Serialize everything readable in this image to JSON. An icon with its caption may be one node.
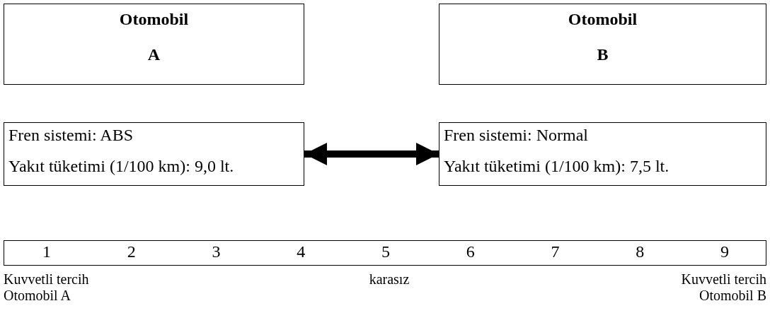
{
  "diagram": {
    "nodes": [
      {
        "text": [
          "Otomobil",
          "A"
        ]
      },
      {
        "text": [
          "Otomobil",
          "B"
        ]
      },
      {
        "text": [
          "Fren sistemi: ABS",
          "Yakıt tüketimi (1/100 km): 9,0 lt."
        ]
      },
      {
        "text": [
          "Fren sistemi: Normal",
          "Yakıt tüketimi (1/100 km): 7,5 lt."
        ]
      },
      {
        "text": [
          "1",
          "2",
          "3",
          "4",
          "5",
          "6",
          "7",
          "8",
          "9"
        ]
      }
    ],
    "edges": [
      {
        "from": 2,
        "to": 3,
        "arrow": "both"
      }
    ],
    "labels": [
      "Kuvvetli tercih Otomobil A",
      "karasız",
      "Kuvvetli tercih Otomobil B"
    ]
  }
}
